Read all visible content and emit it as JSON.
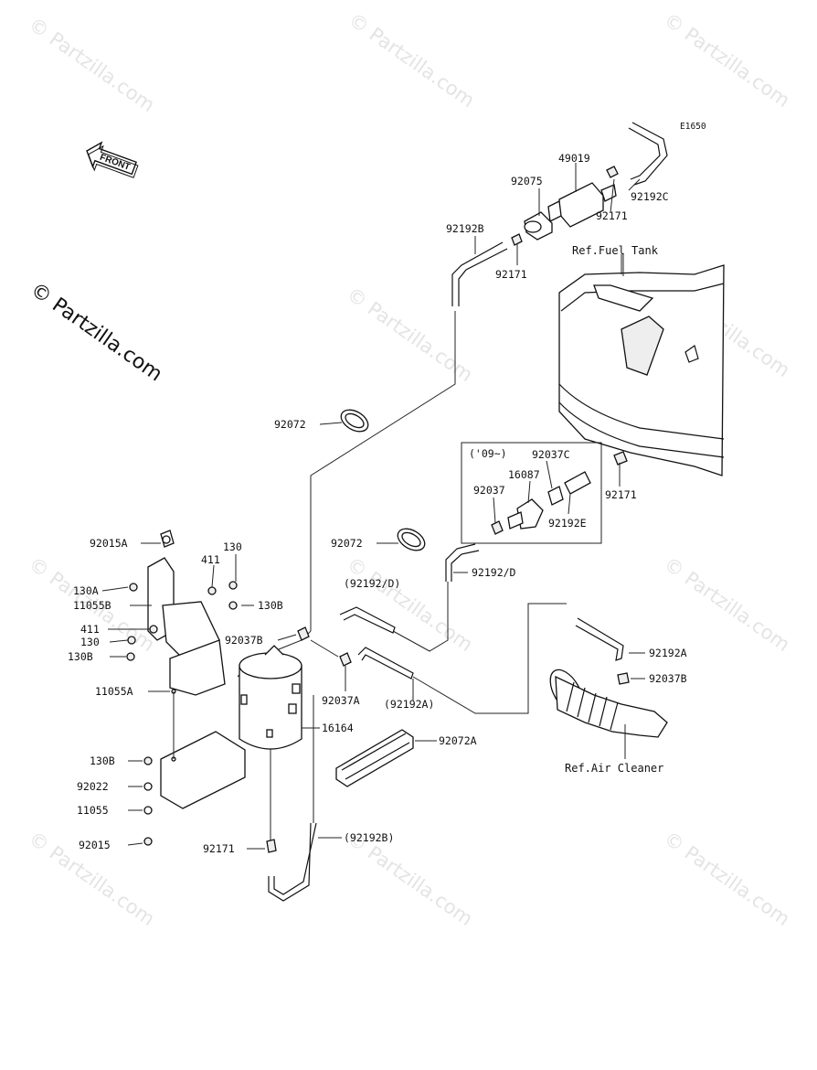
{
  "diagram_code": "E1650",
  "watermark": "© Partzilla.com",
  "watermark_main": "© Partzilla.com",
  "front_label": "FRONT",
  "references": {
    "fuel_tank": "Ref.Fuel Tank",
    "air_cleaner": "Ref.Air Cleaner"
  },
  "inset_note": "('09~)",
  "labels": {
    "p49019": "49019",
    "p92075": "92075",
    "p92171_top": "92171",
    "p92192C": "92192C",
    "p92192B": "92192B",
    "p92171_b": "92171",
    "p92072": "92072",
    "p92037C": "92037C",
    "p16087": "16087",
    "p92037": "92037",
    "p92171_r": "92171",
    "p92192E": "92192E",
    "p92072_b": "92072",
    "p92192D": "92192/D",
    "p92192D_paren": "(92192/D)",
    "p92015A": "92015A",
    "p130_top": "130",
    "p411_top": "411",
    "p130A": "130A",
    "p11055B": "11055B",
    "p130B_r": "130B",
    "p411_l": "411",
    "p130_l": "130",
    "p130B_l": "130B",
    "p92037B_l": "92037B",
    "p11055A": "11055A",
    "p92037A": "92037A",
    "p92192A_paren": "(92192A)",
    "p92192A": "92192A",
    "p92037B_r": "92037B",
    "p16164": "16164",
    "p92072A": "92072A",
    "p130B_b": "130B",
    "p92022": "92022",
    "p11055": "11055",
    "p92015": "92015",
    "p92171_bot": "92171",
    "p92192B_paren": "(92192B)"
  }
}
